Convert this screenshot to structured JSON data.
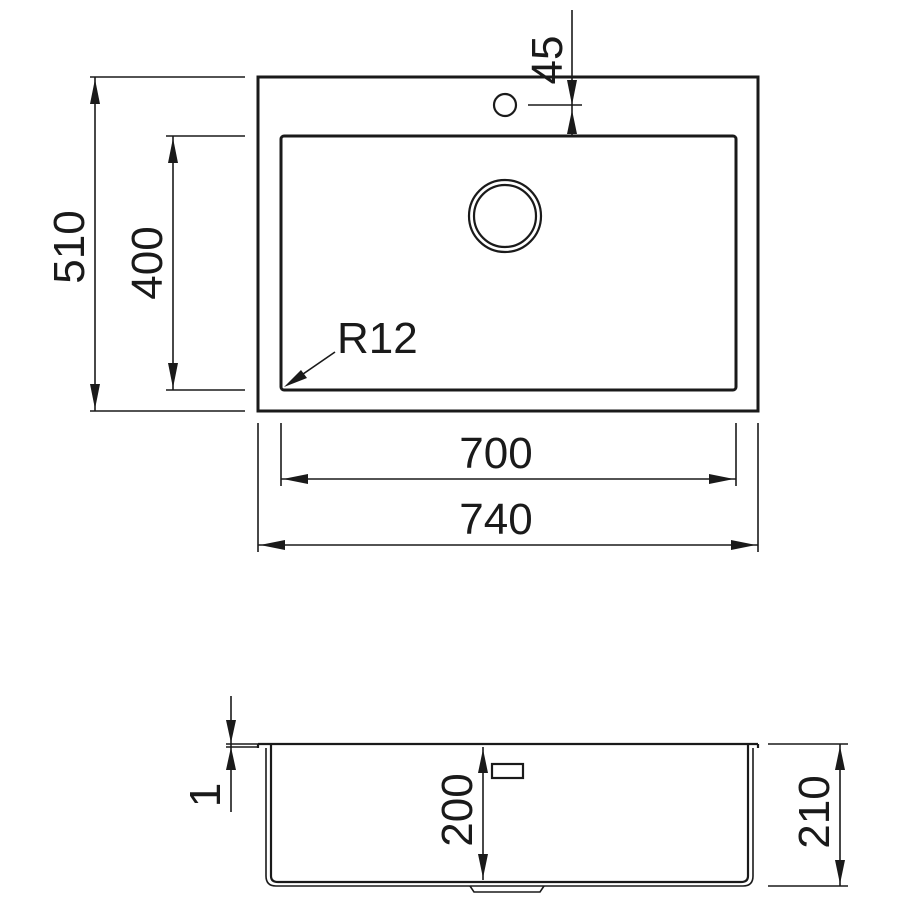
{
  "diagram": {
    "top_view": {
      "dims": {
        "tap_hole_offset": "45",
        "overall_depth": "510",
        "bowl_depth": "400",
        "corner_radius": "R12",
        "bowl_width": "700",
        "overall_width": "740"
      }
    },
    "side_view": {
      "dims": {
        "rim_thickness": "1",
        "bowl_height": "200",
        "overall_height": "210"
      }
    }
  },
  "colors": {
    "line": "#1a1a1a",
    "background": "#ffffff"
  }
}
